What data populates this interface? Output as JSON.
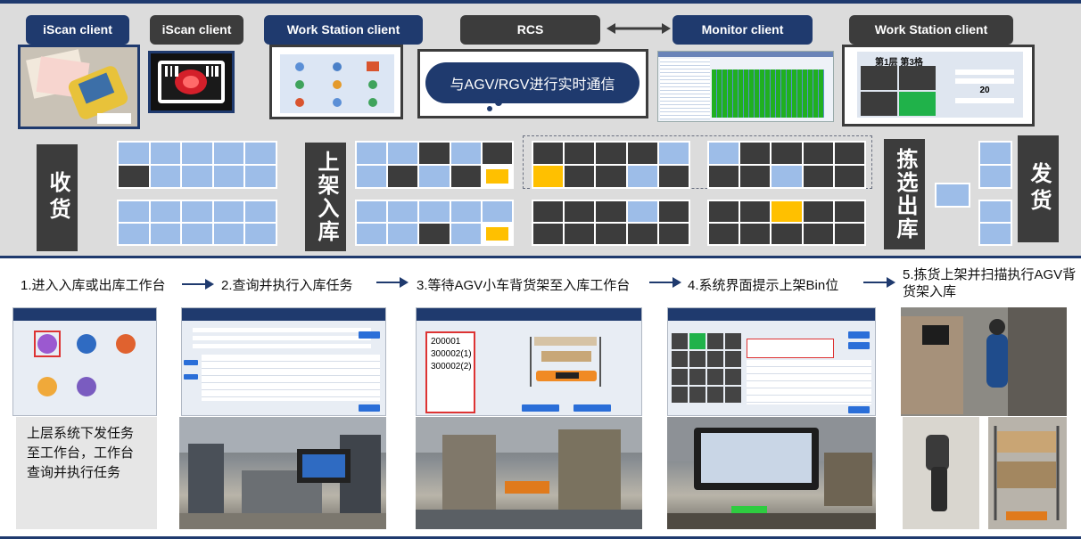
{
  "clients": {
    "iscan1": "iScan client",
    "iscan2": "iScan client",
    "ws1": "Work Station client",
    "rcs": "RCS",
    "monitor": "Monitor client",
    "ws2": "Work Station client"
  },
  "cloud_text": "与AGV/RGV进行实时通信",
  "ws2_screen": {
    "title": "第1层 第3格",
    "value": "20"
  },
  "zones": {
    "receive": "收货",
    "putaway": "上架入库",
    "pick": "拣选出库",
    "ship": "发货"
  },
  "steps": [
    "1.进入入库或出库工作台",
    "2.查询并执行入库任务",
    "3.等待AGV小车背货架至入库工作台",
    "4.系统界面提示上架Bin位",
    "5.拣货上架并扫描执行AGV背货架入库"
  ],
  "note": "上层系统下发任务至工作台，工作台查询并执行任务",
  "step3_list": [
    "200001",
    "300002(1)",
    "300002(2)"
  ],
  "colors": {
    "navy": "#1f3a6e",
    "dark": "#3c3c3c",
    "blue_cell": "#9dbde8",
    "yellow": "#ffc000",
    "band": "#dcdcdc"
  }
}
